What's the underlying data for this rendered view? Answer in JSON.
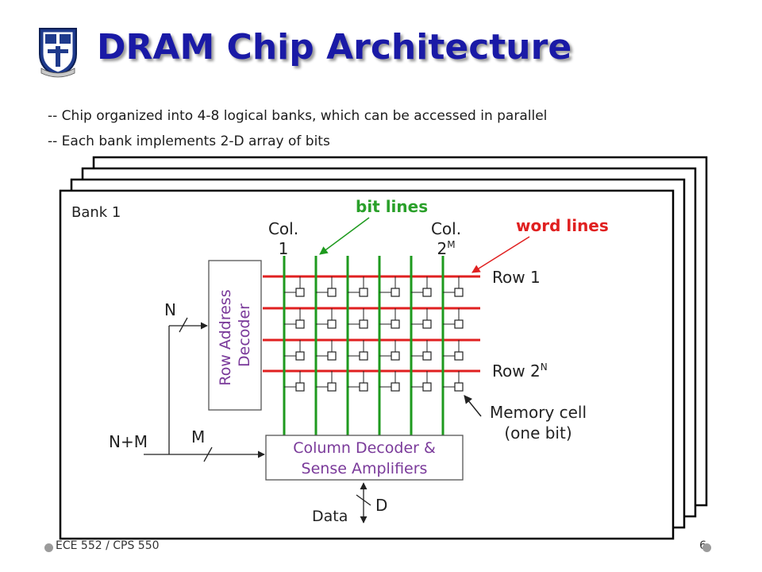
{
  "slide": {
    "title": "DRAM Chip Architecture",
    "bullets": [
      "-- Chip organized into 4-8 logical banks, which can be accessed in parallel",
      "-- Each bank implements 2-D array of bits"
    ]
  },
  "diagram": {
    "bank_label": "Bank 1",
    "bit_lines_label": "bit lines",
    "word_lines_label": "word lines",
    "col1_label_top": "Col.",
    "col1_label_bottom": "1",
    "colM_label_top": "Col.",
    "colM_label_base": "2",
    "colM_label_sup": "M",
    "row1_label": "Row 1",
    "rowN_label_base": "Row 2",
    "rowN_label_sup": "N",
    "row_decoder_line1": "Row Address",
    "row_decoder_line2": "Decoder",
    "col_decoder_line1": "Column Decoder &",
    "col_decoder_line2": "Sense Amplifiers",
    "memory_cell_line1": "Memory cell",
    "memory_cell_line2": "(one bit)",
    "n_label": "N",
    "m_label": "M",
    "nm_label": "N+M",
    "d_label": "D",
    "data_label": "Data",
    "colors": {
      "bit_line": "#1e9a1e",
      "word_line": "#e02020",
      "decoder_text": "#7a3a9a",
      "bit_lines_text": "#2aa02a",
      "word_lines_text": "#e02020",
      "title": "#1a1aa6"
    }
  },
  "footer": {
    "course": "ECE 552 / CPS 550",
    "page": "6"
  }
}
